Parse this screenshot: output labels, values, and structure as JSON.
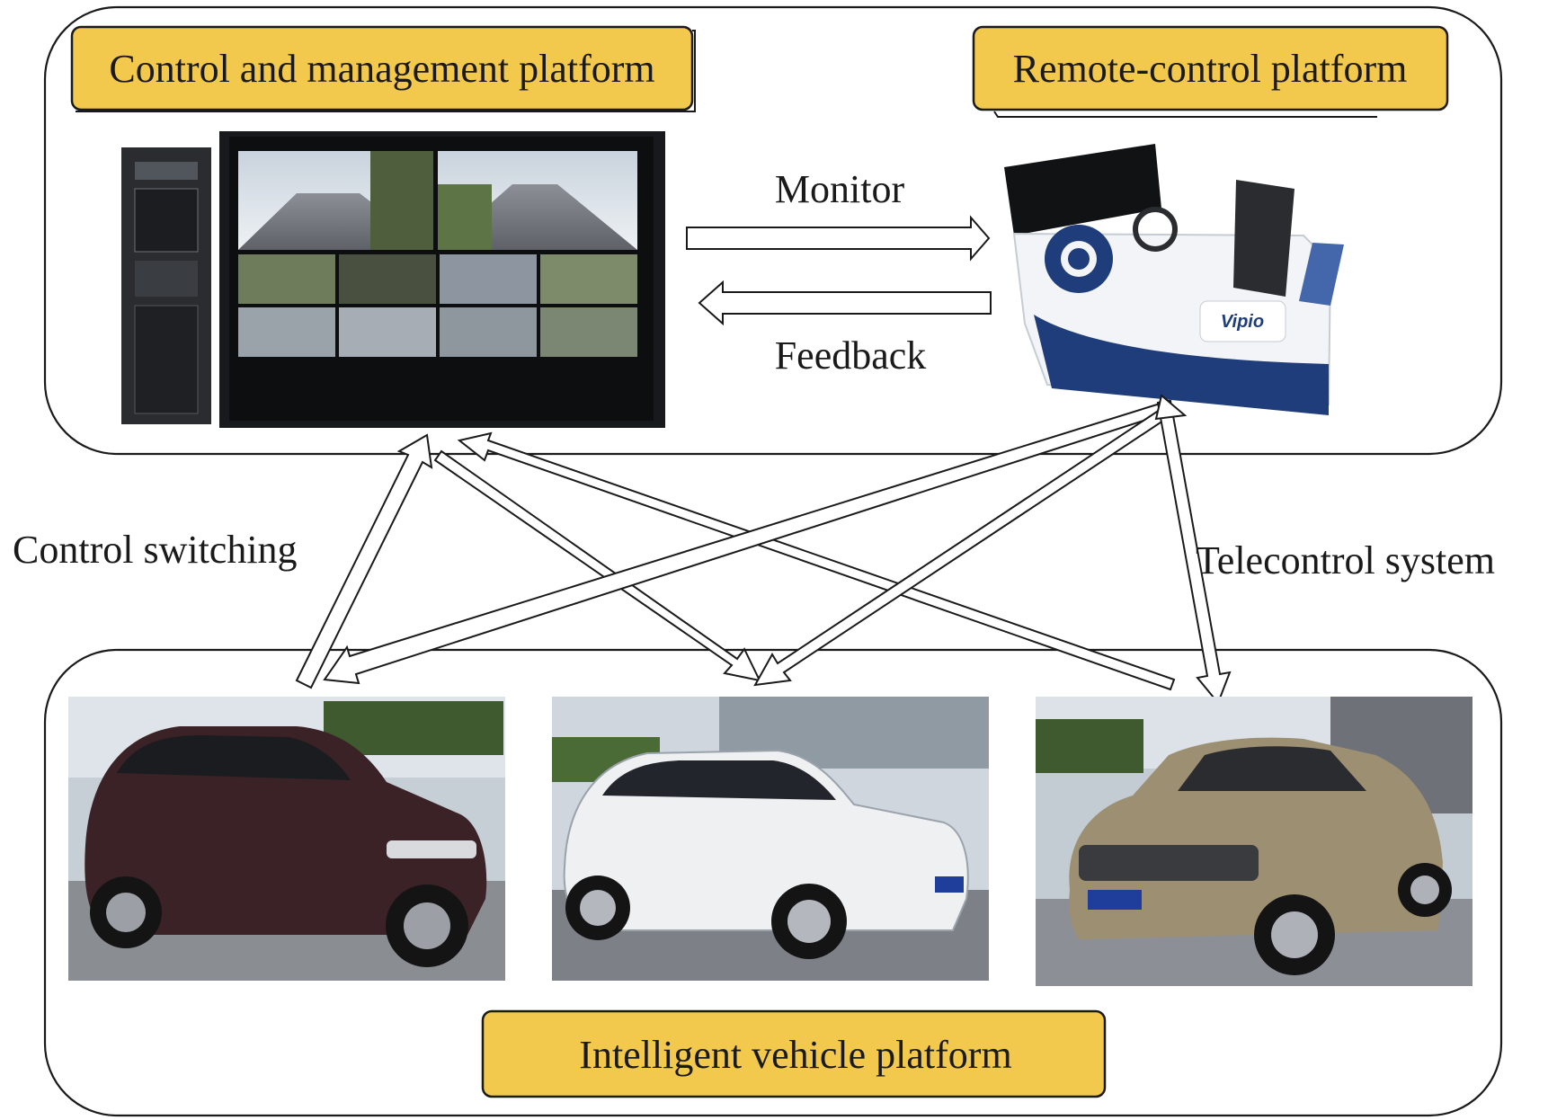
{
  "platforms": {
    "control_management": {
      "title": "Control and management platform"
    },
    "remote_control": {
      "title": "Remote-control platform"
    },
    "intelligent_vehicle": {
      "title": "Intelligent vehicle platform"
    }
  },
  "links": {
    "monitor": "Monitor",
    "feedback": "Feedback",
    "control_switching": "Control switching",
    "telecontrol_system": "Telecontrol system"
  },
  "vehicles": [
    {
      "color": "#3a2226"
    },
    {
      "color": "#eef0f2"
    },
    {
      "color": "#9d8f72"
    }
  ],
  "colors": {
    "tag_fill": "#f2c94c",
    "outline": "#1a1a1a"
  }
}
